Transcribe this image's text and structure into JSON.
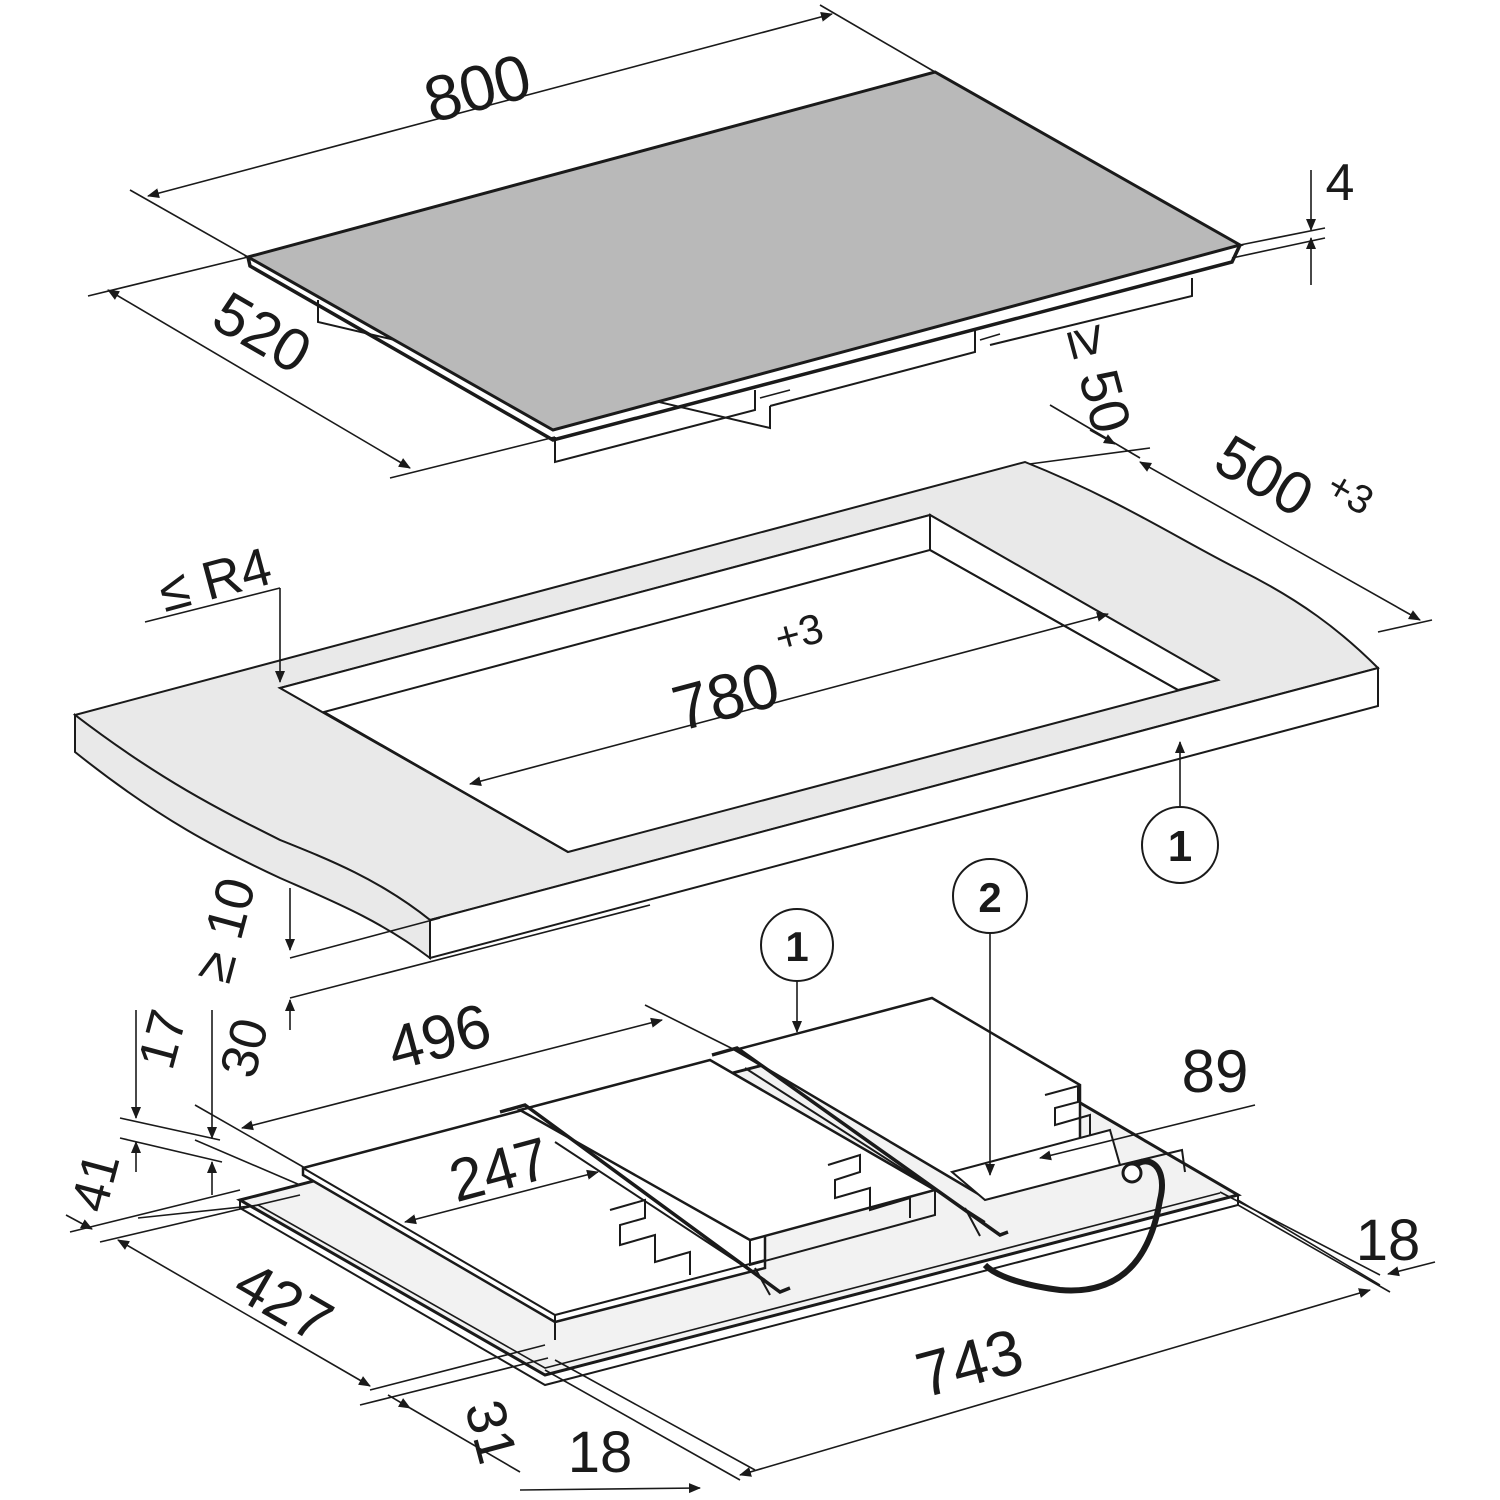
{
  "diagram": {
    "cooktop": {
      "width_label": "800",
      "depth_label": "520",
      "thickness_label": "4",
      "min_clearance_label": "≥ 50",
      "glass_color": "#b9b9b9"
    },
    "cutout": {
      "width_base": "780",
      "width_tol": "+3",
      "depth_base": "500",
      "depth_tol": "+3",
      "corner_radius_label": "≤ R4",
      "worktop_color": "#e9e9e9"
    },
    "callouts": {
      "one": "1",
      "two": "2"
    },
    "underside": {
      "min_gap_label": "≥ 10",
      "h17": "17",
      "h30": "30",
      "h41": "41",
      "w496": "496",
      "w247": "247",
      "w89": "89",
      "w18_right": "18",
      "d427": "427",
      "d31": "31",
      "d18_front": "18",
      "w743": "743"
    }
  }
}
